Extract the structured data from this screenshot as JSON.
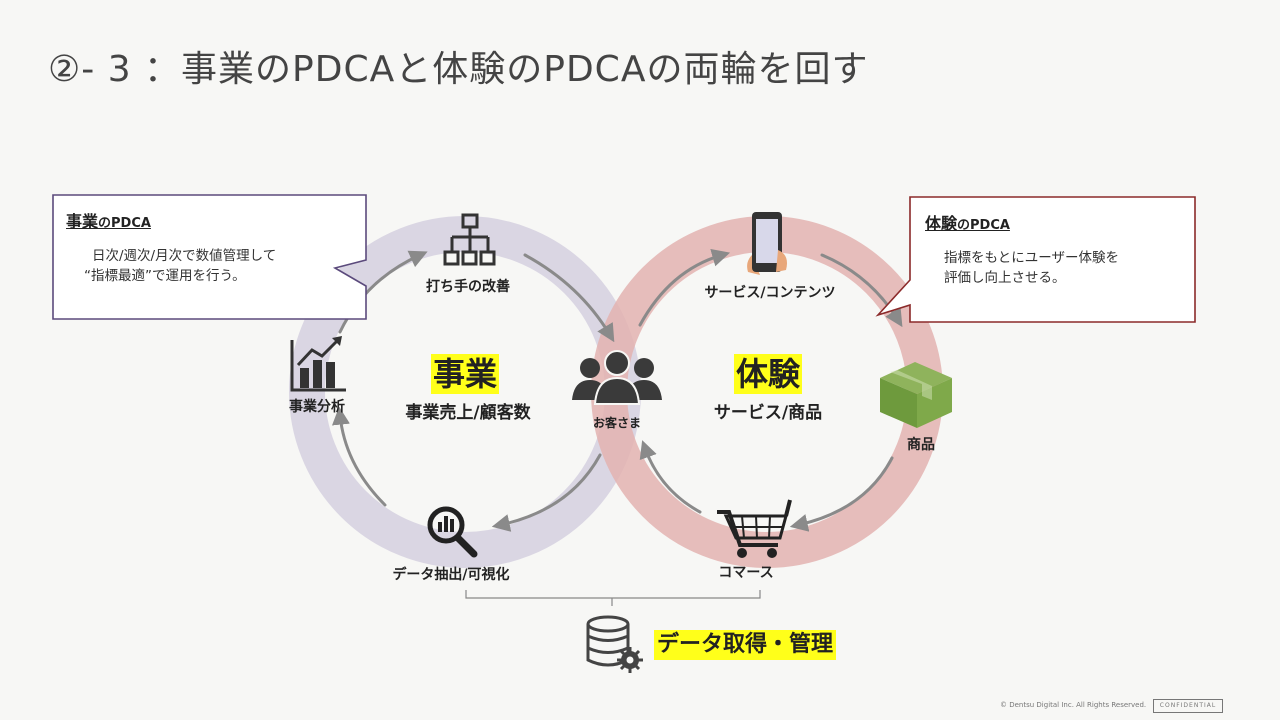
{
  "title": "②- 3 ：事業のPDCAと体験のPDCAの両輪を回す",
  "left_loop": {
    "center_title": "事業",
    "center_sub": "事業売上/顧客数",
    "nodes": [
      "打ち手の改善",
      "事業分析",
      "データ抽出/可視化"
    ],
    "color": "#d8d4e2"
  },
  "right_loop": {
    "center_title": "体験",
    "center_sub": "サービス/商品",
    "nodes": [
      "サービス/コンテンツ",
      "商品",
      "コマース"
    ],
    "color": "#e3b3b0"
  },
  "center_node": "お客さま",
  "callout_left": {
    "title_main": "事業",
    "title_small": "のPDCA",
    "lines": [
      "日次/週次/月次で数値管理して",
      "“指標最適”で運用を行う。"
    ],
    "border": "#5b4a7c"
  },
  "callout_right": {
    "title_main": "体験",
    "title_small": "のPDCA",
    "lines": [
      "指標をもとにユーザー体験を",
      "評価し向上させる。"
    ],
    "border": "#8b2a2a"
  },
  "data_label": "データ取得・管理",
  "footer": "© Dentsu Digital Inc. All Rights Reserved.",
  "confidential": "CONFIDENTIAL",
  "icons": {
    "improve": "org-chart-icon",
    "analysis": "bar-chart-icon",
    "extract": "magnifier-chart-icon",
    "service": "smartphone-icon",
    "product": "box-icon",
    "commerce": "cart-icon",
    "customer": "people-icon",
    "database": "database-gear-icon"
  }
}
